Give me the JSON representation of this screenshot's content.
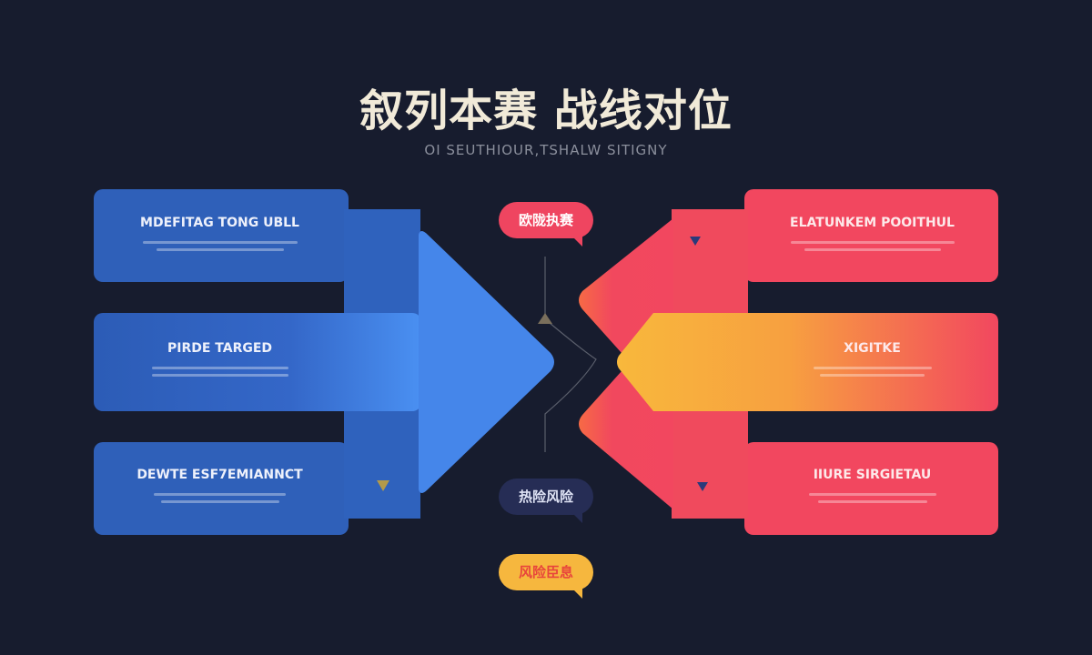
{
  "header": {
    "title": "叙列本赛 战线对位",
    "subtitle": "OI SEUTHIOUR,TSHALW SITIGNY"
  },
  "left_cards": [
    {
      "heading": "MDEFITAG TONG UBLL"
    },
    {
      "heading": "PIRDE TARGED"
    },
    {
      "heading": "DEWTE ESF7EMIANNCT"
    }
  ],
  "right_cards": [
    {
      "heading": "ELATUNKEM POOITHUL"
    },
    {
      "heading": "XIGITKE"
    },
    {
      "heading": "IIURE SIRGIETAU"
    }
  ],
  "bubbles": [
    {
      "label": "欧陇执赛",
      "color": "#ef4560",
      "text_color": "#ffffff"
    },
    {
      "label": "热险风险",
      "color": "#262d55",
      "text_color": "#dfe3f5"
    },
    {
      "label": "风险臣息",
      "color": "#f6b73e",
      "text_color": "#e8453c"
    }
  ],
  "colors": {
    "background": "#171c2e",
    "left": "#3068d0",
    "right": "#f2475f",
    "center": "#f7b43b"
  }
}
